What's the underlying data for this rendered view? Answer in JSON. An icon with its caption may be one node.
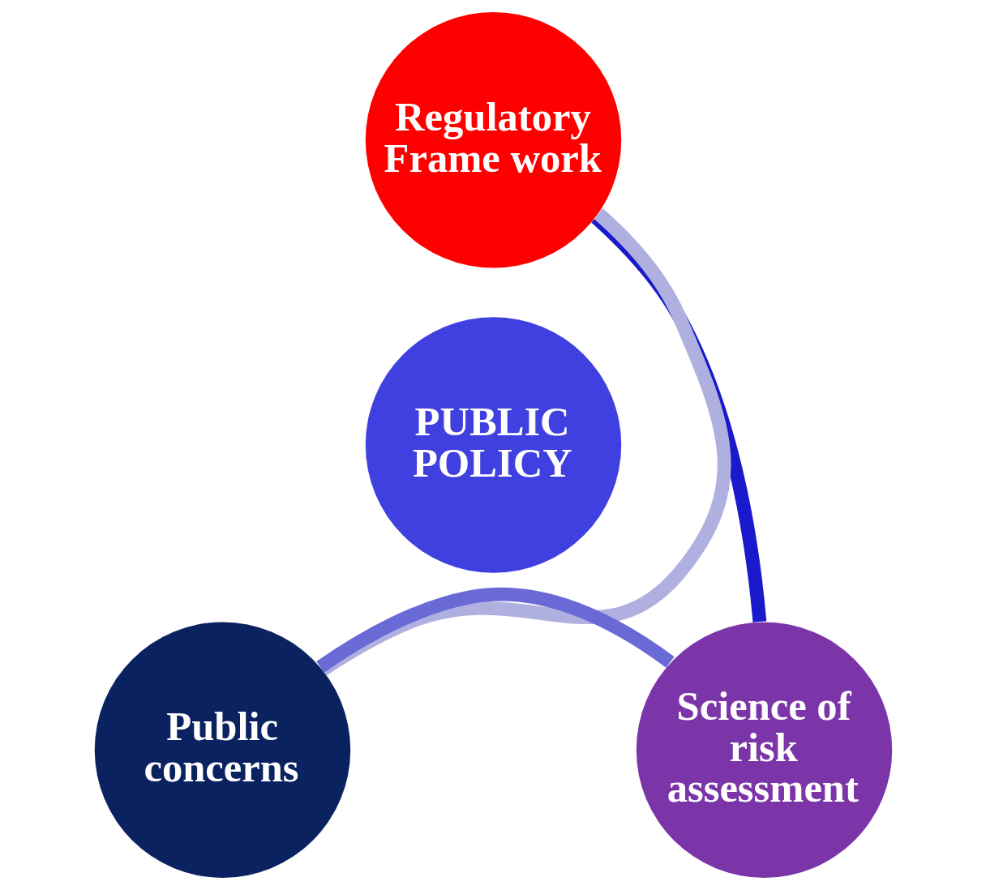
{
  "diagram": {
    "nodes": [
      {
        "text": [
          "Regulatory Frame work"
        ]
      },
      {
        "text": [
          "PUBLIC POLICY"
        ]
      },
      {
        "text": [
          "Public concerns"
        ]
      },
      {
        "text": [
          "Science of risk assessment"
        ]
      }
    ],
    "edges": [
      {
        "from": 0,
        "to": 3,
        "arrow": "none",
        "color": "#1a1acc"
      },
      {
        "from": 3,
        "to": 2,
        "arrow": "none",
        "color": "#6a6ad6"
      },
      {
        "from": 2,
        "to": 0,
        "arrow": "none",
        "color": "#b0b0e0"
      }
    ]
  }
}
